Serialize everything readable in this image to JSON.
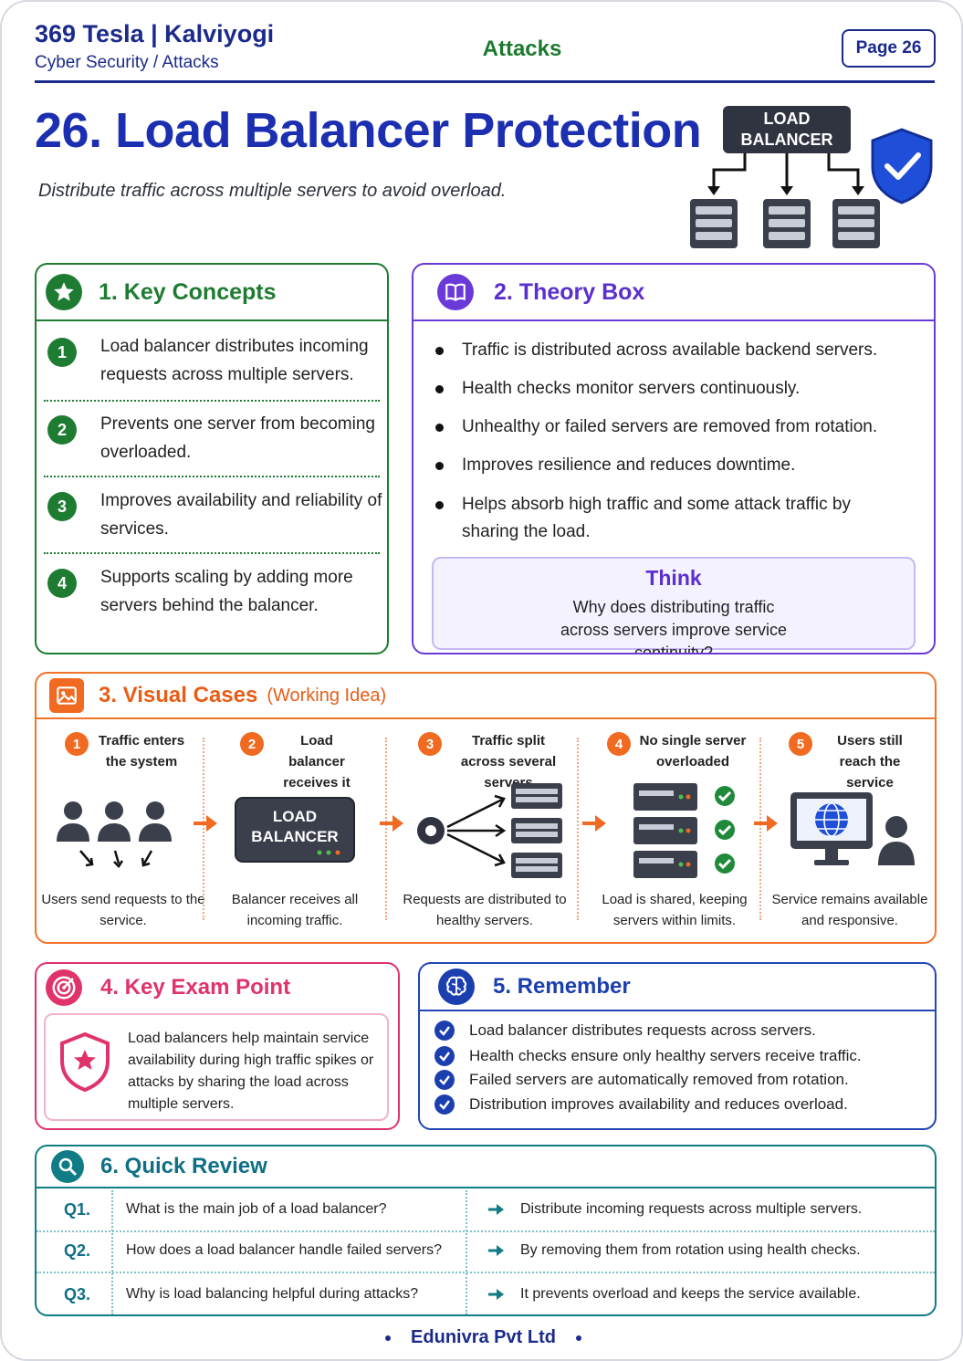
{
  "header": {
    "brand": "369 Tesla | Kalviyogi",
    "breadcrumb": "Cyber Security / Attacks",
    "topic": "Attacks",
    "page": "Page 26"
  },
  "title": "26. Load Balancer Protection",
  "subtitle": "Distribute traffic across multiple servers to avoid overload.",
  "hero": {
    "label_line1": "LOAD",
    "label_line2": "BALANCER",
    "icons": [
      "load-balancer-icon",
      "server-icon",
      "shield-check-icon"
    ]
  },
  "key_concepts": {
    "title": "1. Key Concepts",
    "icon": "star-icon",
    "items": [
      {
        "num": "1",
        "text": "Load balancer distributes incoming requests across multiple servers."
      },
      {
        "num": "2",
        "text": "Prevents one server from becoming overloaded."
      },
      {
        "num": "3",
        "text": "Improves availability and reliability of services."
      },
      {
        "num": "4",
        "text": "Supports scaling by adding more servers behind the balancer."
      }
    ]
  },
  "theory": {
    "title": "2. Theory Box",
    "icon": "book-icon",
    "items": [
      "Traffic is distributed across available backend servers.",
      "Health checks monitor servers continuously.",
      "Unhealthy or failed servers are removed from rotation.",
      "Improves resilience and reduces downtime.",
      "Helps absorb high traffic and some attack traffic by sharing the load."
    ],
    "think_title": "Think",
    "think_question": "Why does distributing traffic across servers improve service continuity?"
  },
  "visual_cases": {
    "title": "3. Visual Cases",
    "title_note": "(Working Idea)",
    "icon": "image-icon",
    "lb_line1": "LOAD",
    "lb_line2": "BALANCER",
    "steps": [
      {
        "num": "1",
        "caption": "Traffic enters the system",
        "desc": "Users send requests to the service.",
        "icon": "users-icon"
      },
      {
        "num": "2",
        "caption": "Load balancer receives it",
        "desc": "Balancer receives all incoming traffic.",
        "icon": "load-balancer-icon"
      },
      {
        "num": "3",
        "caption": "Traffic split across several servers",
        "desc": "Requests are distributed to healthy servers.",
        "icon": "split-servers-icon"
      },
      {
        "num": "4",
        "caption": "No single server overloaded",
        "desc": "Load is shared, keeping servers within limits.",
        "icon": "servers-check-icon"
      },
      {
        "num": "5",
        "caption": "Users still reach the service",
        "desc": "Service remains available and responsive.",
        "icon": "monitor-globe-icon"
      }
    ]
  },
  "exam": {
    "title": "4. Key Exam Point",
    "icon": "target-icon",
    "text": "Load balancers help maintain service availability during high traffic spikes or attacks by sharing the load across multiple servers."
  },
  "remember": {
    "title": "5. Remember",
    "icon": "brain-icon",
    "items": [
      "Load balancer distributes requests across servers.",
      "Health checks ensure only healthy servers receive traffic.",
      "Failed servers are automatically removed from rotation.",
      "Distribution improves availability and reduces overload."
    ]
  },
  "review": {
    "title": "6. Quick Review",
    "icon": "search-icon",
    "rows": [
      {
        "q": "Q1.",
        "question": "What is the main job of a load balancer?",
        "answer": "Distribute incoming requests across multiple servers."
      },
      {
        "q": "Q2.",
        "question": "How does a load balancer handle failed servers?",
        "answer": "By removing them from rotation using health checks."
      },
      {
        "q": "Q3.",
        "question": "Why is load balancing helpful during attacks?",
        "answer": "It prevents overload and keeps the service available."
      }
    ]
  },
  "footer": "Edunivra Pvt Ltd",
  "colors": {
    "navy": "#1b2a8c",
    "title_blue": "#1b2fb0",
    "green": "#1e7c32",
    "purple": "#6a3ad8",
    "orange": "#f06a22",
    "pink": "#e0336a",
    "blue": "#2246b8",
    "teal": "#0f7c86"
  }
}
